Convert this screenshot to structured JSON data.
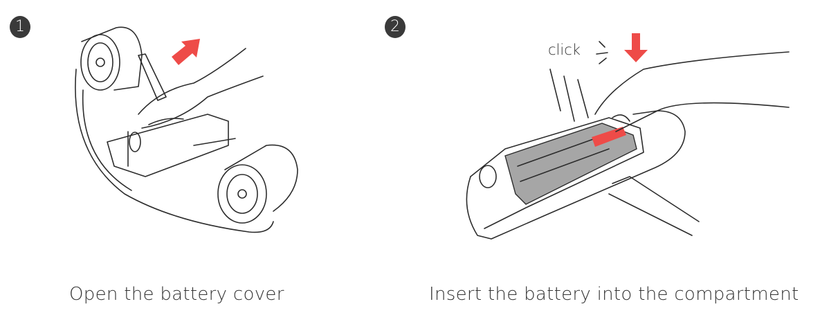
{
  "steps": [
    {
      "number": "1",
      "caption": "Open the battery cover"
    },
    {
      "number": "2",
      "caption": "Insert the battery into the compartment",
      "annotation": "click"
    }
  ],
  "colors": {
    "accent": "#ee4b48",
    "battery": "#a6a6a6",
    "badge": "#3a3a3a"
  }
}
